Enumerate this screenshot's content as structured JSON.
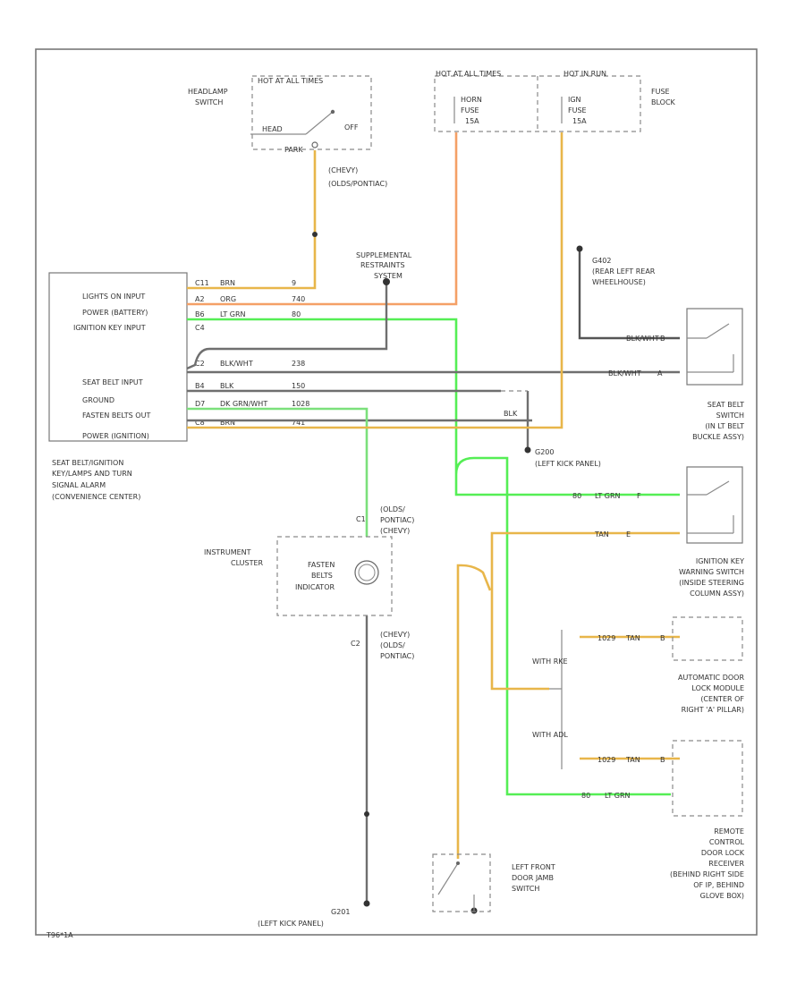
{
  "diagram": {
    "footer_code": "T96*1A",
    "headlamp_switch": {
      "label_1": "HEADLAMP",
      "label_2": "SWITCH",
      "header": "HOT AT ALL TIMES",
      "head": "HEAD",
      "off": "OFF",
      "park": "PARK"
    },
    "fuse_block": {
      "header_left": "HOT AT ALL TIMES",
      "header_right": "HOT IN RUN",
      "fuse_left_1": "HORN",
      "fuse_left_2": "FUSE",
      "fuse_left_3": "15A",
      "fuse_right_1": "IGN",
      "fuse_right_2": "FUSE",
      "fuse_right_3": "15A",
      "label_1": "FUSE",
      "label_2": "BLOCK"
    },
    "chevy_olds_1": "(CHEVY)",
    "chevy_olds_2": "(OLDS/PONTIAC)",
    "srs_1": "SUPPLEMENTAL",
    "srs_2": "RESTRAINTS",
    "srs_3": "SYSTEM",
    "g402_1": "G402",
    "g402_2": "(REAR LEFT REAR",
    "g402_3": "WHEELHOUSE)",
    "module_pins": [
      {
        "label": "LIGHTS ON INPUT",
        "pin": "C11",
        "color": "BRN",
        "circuit": "9"
      },
      {
        "label": "POWER (BATTERY)",
        "pin": "A2",
        "color": "ORG",
        "circuit": "740"
      },
      {
        "label": "IGNITION KEY INPUT",
        "pin": "B6",
        "color": "LT GRN",
        "circuit": "80"
      },
      {
        "label": "",
        "pin": "C4",
        "color": "",
        "circuit": ""
      },
      {
        "label": "SEAT BELT INPUT",
        "pin": "C2",
        "color": "BLK/WHT",
        "circuit": "238"
      },
      {
        "label": "GROUND",
        "pin": "B4",
        "color": "BLK",
        "circuit": "150"
      },
      {
        "label": "FASTEN BELTS OUT",
        "pin": "D7",
        "color": "DK GRN/WHT",
        "circuit": "1028"
      },
      {
        "label": "POWER (IGNITION)",
        "pin": "C8",
        "color": "BRN",
        "circuit": "741"
      }
    ],
    "module_caption_1": "SEAT BELT/IGNITION",
    "module_caption_2": "KEY/LAMPS AND TURN",
    "module_caption_3": "SIGNAL ALARM",
    "module_caption_4": "(CONVENIENCE CENTER)",
    "blk_label": "BLK",
    "g200_1": "G200",
    "g200_2": "(LEFT KICK PANEL)",
    "seat_belt_switch": [
      "SEAT BELT",
      "SWITCH",
      "(IN LT BELT",
      "BUCKLE ASSY)"
    ],
    "wire_labels": {
      "sb_top": "BLK/WHT",
      "sb_top_pin": "B",
      "sb_bottom": "BLK/WHT",
      "sb_bottom_pin": "A",
      "ign_top": "LT GRN",
      "ign_top_pin": "F",
      "ign_bottom": "TAN",
      "ign_bottom_pin": "E",
      "rkef_1": "1029",
      "rkef_2": "TAN",
      "rkef_pin": "B",
      "rkes_1": "1029",
      "rkes_2": "TAN",
      "rkes_pin": "B",
      "lt_grn_lower": "LT GRN",
      "lt_grn_num": "80"
    },
    "ign_switch": [
      "IGNITION KEY",
      "WARNING SWITCH",
      "(INSIDE STEERING",
      "COLUMN ASSY)"
    ],
    "cluster": {
      "label_1": "INSTRUMENT",
      "label_2": "CLUSTER",
      "ind_1": "FASTEN",
      "ind_2": "BELTS",
      "ind_3": "INDICATOR",
      "c1": "C1",
      "c1_note_1": "(OLDS/",
      "c1_note_2": "PONTIAC)",
      "c1_note_3": "(CHEVY)",
      "c2": "C2",
      "c2_note_1": "(CHEVY)",
      "c2_note_2": "(OLDS/",
      "c2_note_3": "PONTIAC)"
    },
    "with_rke": "WITH RKE",
    "with_adl": "WITH ADL",
    "adl_module": [
      "AUTOMATIC DOOR",
      "LOCK MODULE",
      "(CENTER OF",
      "RIGHT 'A' PILLAR)"
    ],
    "rke_receiver": [
      "REMOTE",
      "CONTROL",
      "DOOR LOCK",
      "RECEIVER",
      "(BEHIND RIGHT SIDE",
      "OF IP, BEHIND",
      "GLOVE BOX)"
    ],
    "door_jamb": [
      "LEFT FRONT",
      "DOOR JAMB",
      "SWITCH"
    ],
    "g201_1": "G201",
    "g201_2": "(LEFT KICK PANEL)"
  }
}
